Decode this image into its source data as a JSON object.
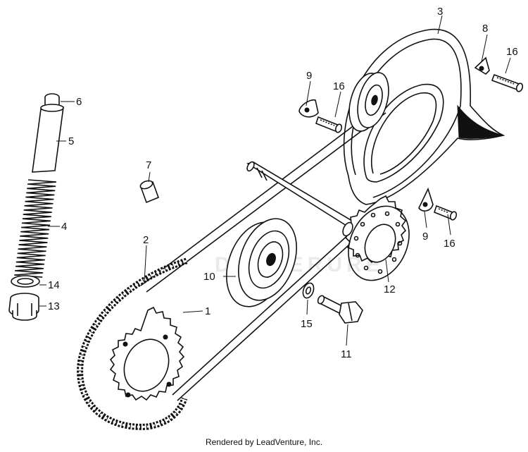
{
  "diagram": {
    "callouts": [
      {
        "id": "c1",
        "text": "1"
      },
      {
        "id": "c2",
        "text": "2"
      },
      {
        "id": "c3",
        "text": "3"
      },
      {
        "id": "c4",
        "text": "4"
      },
      {
        "id": "c5",
        "text": "5"
      },
      {
        "id": "c6",
        "text": "6"
      },
      {
        "id": "c7",
        "text": "7"
      },
      {
        "id": "c8",
        "text": "8"
      },
      {
        "id": "c9a",
        "text": "9"
      },
      {
        "id": "c9b",
        "text": "9"
      },
      {
        "id": "c10",
        "text": "10"
      },
      {
        "id": "c11",
        "text": "11"
      },
      {
        "id": "c12",
        "text": "12"
      },
      {
        "id": "c13",
        "text": "13"
      },
      {
        "id": "c14",
        "text": "14"
      },
      {
        "id": "c15",
        "text": "15"
      },
      {
        "id": "c16a",
        "text": "16"
      },
      {
        "id": "c16b",
        "text": "16"
      },
      {
        "id": "c16c",
        "text": "16"
      }
    ],
    "footer": "Rendered by LeadVenture, Inc."
  }
}
